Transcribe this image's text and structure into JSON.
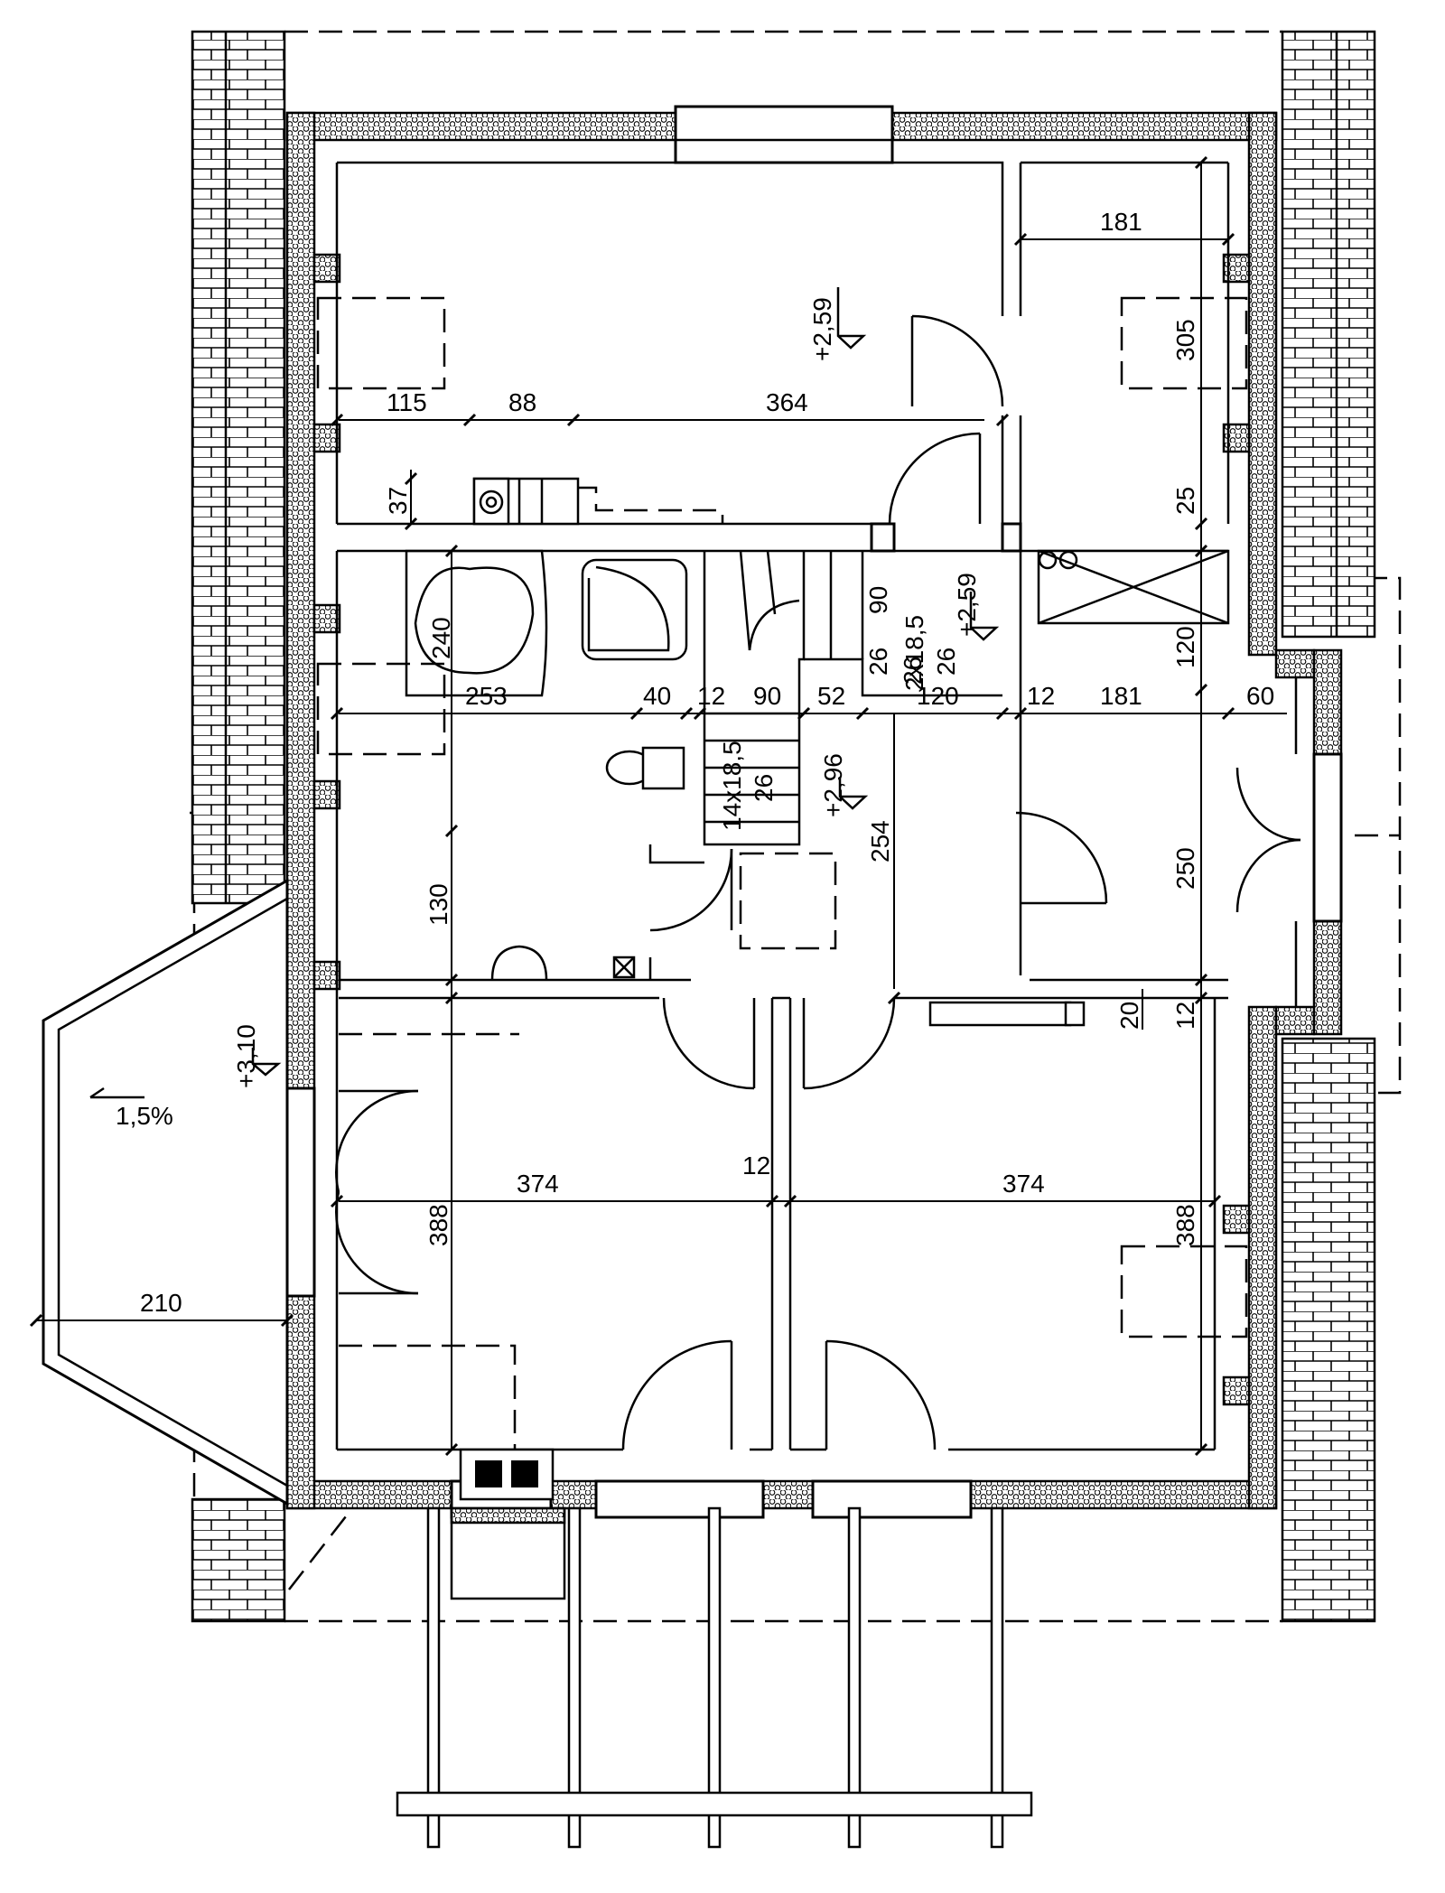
{
  "levels": {
    "north_room": "+2,59",
    "stair_hall": "+2,59",
    "landing": "+2,96",
    "terrace": "+3,10"
  },
  "slope": "1,5%",
  "stairs": {
    "upper_run": "2x18,5",
    "upper_tread": "26",
    "lower_run": "14x18,5",
    "lower_tread": "26"
  },
  "dimensions": {
    "north_row": [
      "115",
      "88",
      "364"
    ],
    "ne_room_width": "181",
    "ne_room_depth": "305",
    "wall_37": "37",
    "wall_25": "25",
    "stair_90": "90",
    "bath_240": "240",
    "ne_hall_120": "120",
    "middle_row": [
      "253",
      "40",
      "12",
      "90",
      "52",
      "120",
      "12",
      "181",
      "60"
    ],
    "mid_26a": "26",
    "mid_26b": "26",
    "bath_130": "130",
    "hall_254": "254",
    "east_room_250": "250",
    "wall_20": "20",
    "wall_12_east": "12",
    "south_left_width": "374",
    "south_right_width": "374",
    "south_partition": "12",
    "south_left_depth": "388",
    "south_right_depth": "388",
    "terrace_depth": "210"
  }
}
